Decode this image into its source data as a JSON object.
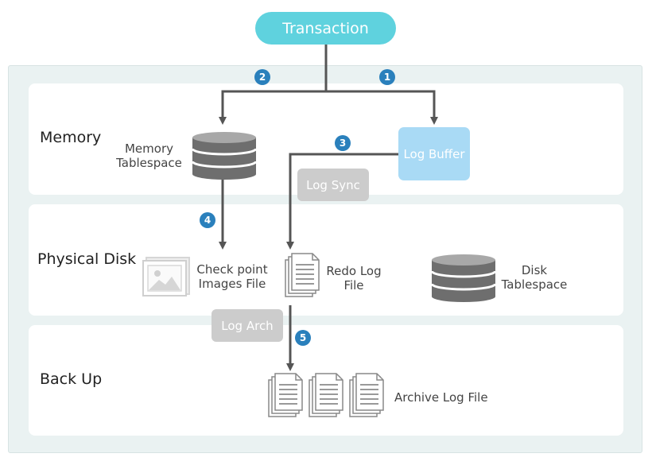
{
  "transaction": "Transaction",
  "sections": {
    "memory": "Memory",
    "physical_disk": "Physical Disk",
    "backup": "Back Up"
  },
  "memory_tablespace": [
    "Memory",
    "Tablespace"
  ],
  "log_buffer": "Log Buffer",
  "log_sync": "Log Sync",
  "checkpoint": [
    "Check point",
    "Images File"
  ],
  "redo_log": [
    "Redo Log",
    "File"
  ],
  "disk_tablespace": [
    "Disk",
    "Tablespace"
  ],
  "log_arch": "Log Arch",
  "archive_log": "Archive Log File",
  "steps": [
    "1",
    "2",
    "3",
    "4",
    "5"
  ],
  "colors": {
    "transaction": "#5fd2de",
    "log_buffer": "#a9daf5",
    "badge": "#2a80bc",
    "arrow": "#555555",
    "pill": "#cccccc"
  },
  "icons": [
    "database-icon",
    "image-icon",
    "document-stack-icon"
  ]
}
